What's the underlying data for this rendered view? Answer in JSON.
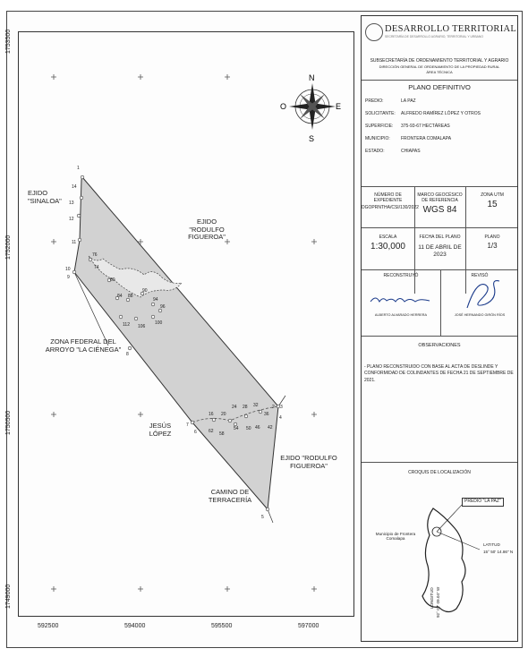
{
  "header": {
    "org_title": "DESARROLLO TERRITORIAL",
    "org_subtitle": "SECRETARÍA DE DESARROLLO AGRARIO, TERRITORIAL Y URBANO",
    "subsecretaria": "SUBSECRETARÍA DE ORDENAMIENTO TERRITORIAL Y AGRARIO",
    "direccion": "DIRECCIÓN GENERAL DE ORDENAMIENTO DE LA PROPIEDAD RURAL",
    "area": "ÁREA TÉCNICA"
  },
  "plano": {
    "title": "PLANO DEFINITIVO",
    "fields": [
      {
        "label": "PREDIO:",
        "value": "LA PAZ"
      },
      {
        "label": "SOLICITANTE:",
        "value": "ALFREDO RAMÍREZ LÓPEZ Y OTROS"
      },
      {
        "label": "SUPERFICIE:",
        "value": "375-93-67 HECTÁREAS"
      },
      {
        "label": "MUNICIPIO:",
        "value": "FRONTERA COMALAPA"
      },
      {
        "label": "ESTADO:",
        "value": "CHIAPAS"
      }
    ]
  },
  "info": {
    "expediente_label": "NÚMERO DE EXPEDIENTE",
    "expediente": "DGOPRNTHA/CSI/130/2022",
    "marco_label": "MARCO GEOCÉSICO DE REFERENCIA",
    "marco": "WGS 84",
    "zona_label": "ZONA UTM",
    "zona": "15",
    "escala_label": "ESCALA",
    "escala": "1:30,000",
    "fecha_label": "FECHA DEL PLANO",
    "fecha": "11 DE ABRIL DE 2023",
    "plano_label": "PLANO",
    "plano": "1/3"
  },
  "signatures": {
    "construyo_label": "RECONSTRUYÓ",
    "construyo_name": "ALBERTO ALVARADO HERRERA",
    "reviso_label": "REVISÓ",
    "reviso_name": "JOSÉ HERNANDO GIRÓN RÍOS"
  },
  "observaciones": {
    "title": "OBSERVACIONES",
    "text": "- PLANO RECONSTRUIDO CON BASE AL ACTA DE DESLINDE Y CONFORMIDAD DE COLINDANTES DE FECHA 21 DE SEPTIEMBRE DE 2021."
  },
  "croquis": {
    "title": "CROQUIS DE LOCALIZACIÓN",
    "predio_label": "PREDIO \"LA PAZ\"",
    "municipio": "Municipio de Frontera Comalapa",
    "latitud_label": "LATITUD",
    "latitud": "15° 50' 14.86\" N",
    "longitud_label": "LONGITUD",
    "longitud": "92° 07' 09.04\" W"
  },
  "map": {
    "y_ticks": [
      "1753500",
      "1752000",
      "1750500",
      "1749000"
    ],
    "x_ticks": [
      "592500",
      "594000",
      "595500",
      "597000"
    ],
    "compass": {
      "n": "N",
      "s": "S",
      "e": "E",
      "o": "O"
    },
    "labels": {
      "ejido_sinaloa": "EJIDO \"SINALOA\"",
      "ejido_rodulfo_top": "EJIDO \"RODULFO FIGUEROA\"",
      "zona_federal": "ZONA FEDERAL DEL ARROYO \"LA CIÉNEGA\"",
      "jesus_lopez": "JESÚS LÓPEZ",
      "ejido_rodulfo_bottom": "EJIDO \"RODULFO FIGUEROA\"",
      "camino": "CAMINO DE TERRACERÍA"
    },
    "vertices": [
      "1",
      "14",
      "13",
      "12",
      "11",
      "10",
      "9",
      "76",
      "74",
      "80",
      "84",
      "88",
      "90",
      "94",
      "96",
      "100",
      "106",
      "112",
      "8",
      "7",
      "6",
      "16",
      "20",
      "24",
      "28",
      "32",
      "36",
      "2",
      "3",
      "4",
      "42",
      "46",
      "50",
      "54",
      "58",
      "62",
      "5"
    ]
  }
}
